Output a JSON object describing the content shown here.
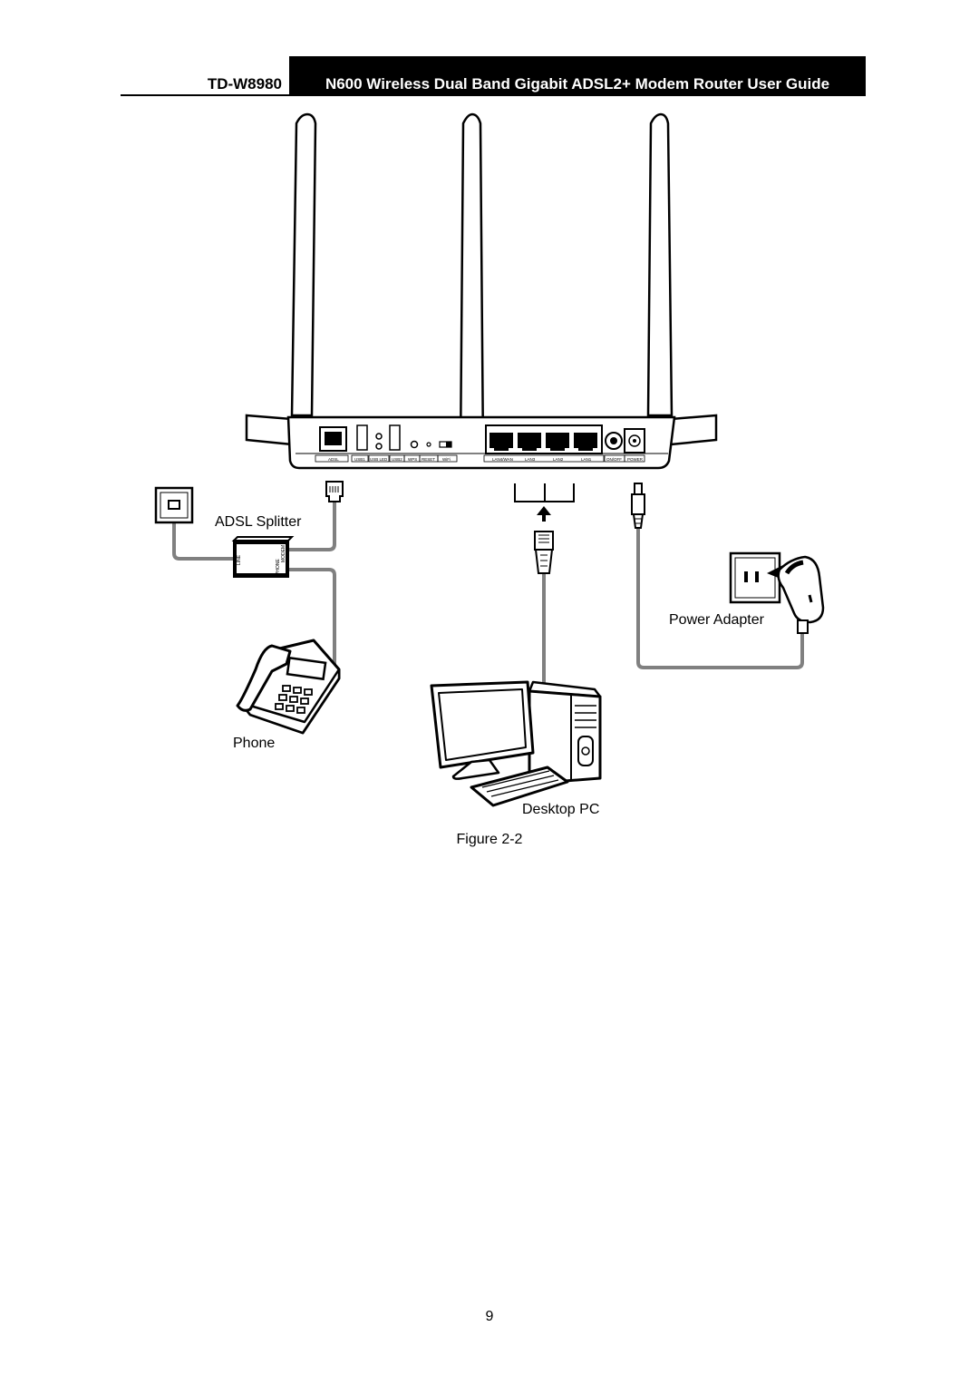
{
  "header": {
    "model": "TD-W8980",
    "title": "N600 Wireless Dual Band Gigabit ADSL2+ Modem Router User Guide"
  },
  "diagram": {
    "labels": {
      "adsl_splitter": "ADSL Splitter",
      "phone": "Phone",
      "desktop_pc": "Desktop PC",
      "power_adapter": "Power Adapter"
    },
    "port_labels": [
      "ADSL",
      "USB1",
      "USB LED",
      "USB2",
      "WPS",
      "RESET",
      "WiFi",
      "LAN4/WAN",
      "LAN3",
      "LAN2",
      "LAN1",
      "ON/OFF",
      "POWER"
    ],
    "splitter_labels": [
      "LINE",
      "PHONE",
      "MODEM"
    ]
  },
  "caption": "Figure 2-2",
  "page_number": "9"
}
